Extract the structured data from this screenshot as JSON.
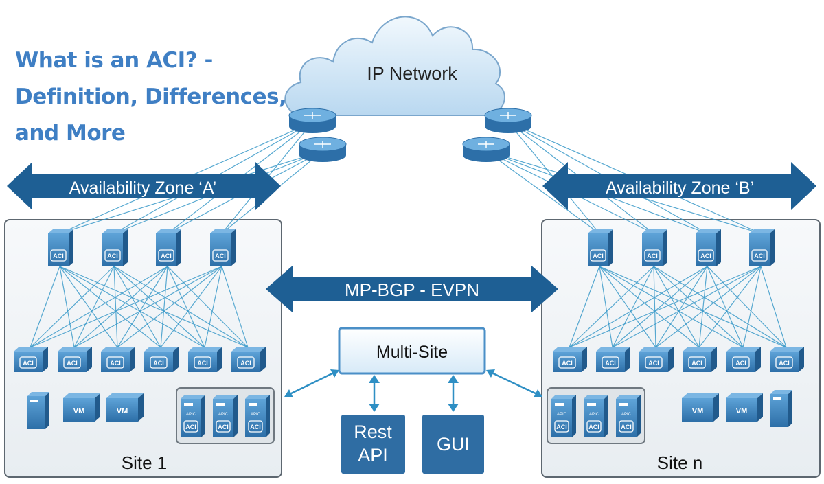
{
  "headline": {
    "line1": "What is an ACI? -",
    "line2": "Definition, Differences,",
    "line3": "and More"
  },
  "cloud_label": "IP Network",
  "zone_a_label": "Availability Zone ‘A’",
  "zone_b_label": "Availability Zone ‘B’",
  "mpbgp_label": "MP-BGP - EVPN",
  "multisite_label": "Multi-Site",
  "rest_api": {
    "line1": "Rest",
    "line2": "API"
  },
  "gui_label": "GUI",
  "site1_label": "Site 1",
  "siten_label": "Site n",
  "aci_label": "ACI",
  "apic_label": "APIC",
  "vm_label": "VM",
  "colors": {
    "headline": "#3f7fc4",
    "arrow": "#1e5f94",
    "switch": "#4a8fc7",
    "link": "#3b9ac9",
    "cloud": "#d6e9f8",
    "box_border": "#5d6770"
  }
}
